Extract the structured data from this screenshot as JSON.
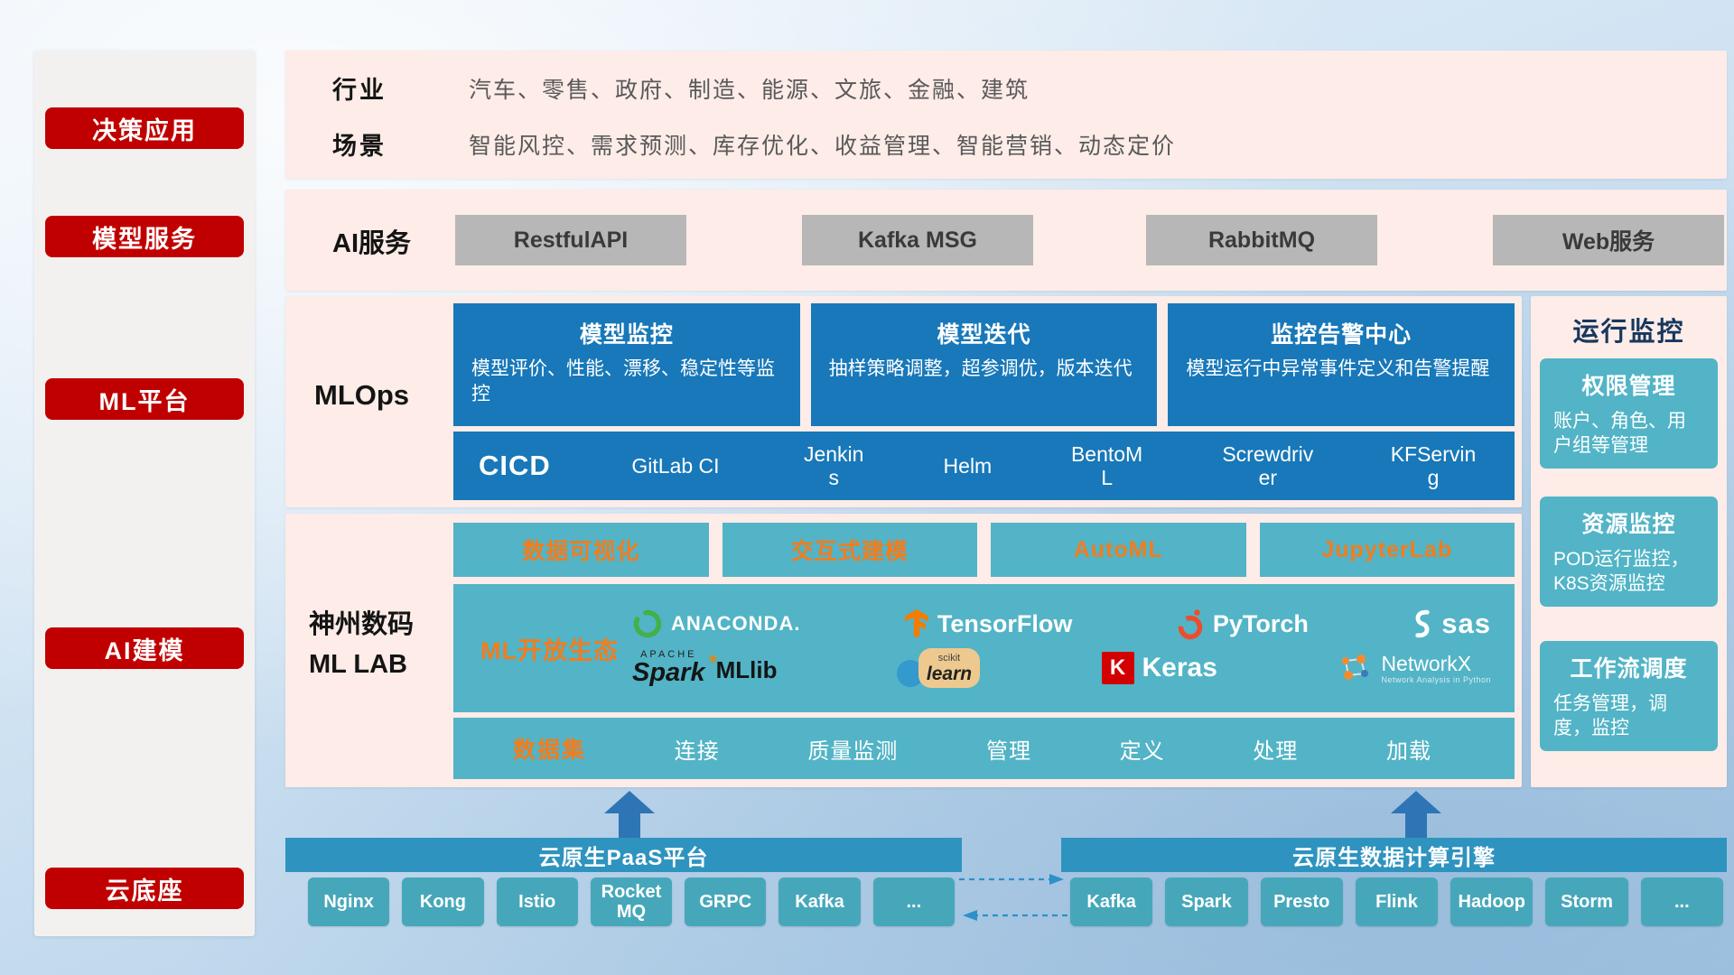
{
  "sidebar": {
    "items": [
      "决策应用",
      "模型服务",
      "ML平台",
      "AI建模",
      "云底座"
    ]
  },
  "decision_panel": {
    "industry_label": "行业",
    "industry_value": "汽车、零售、政府、制造、能源、文旅、金融、建筑",
    "scene_label": "场景",
    "scene_value": "智能风控、需求预测、库存优化、收益管理、智能营销、动态定价"
  },
  "ai_service_panel": {
    "label": "AI服务",
    "services": [
      "RestfulAPI",
      "Kafka MSG",
      "RabbitMQ",
      "Web服务"
    ]
  },
  "mlops_panel": {
    "label": "MLOps",
    "cards": [
      {
        "title": "模型监控",
        "desc": "模型评价、性能、漂移、稳定性等监控"
      },
      {
        "title": "模型迭代",
        "desc": "抽样策略调整，超参调优，版本迭代"
      },
      {
        "title": "监控告警中心",
        "desc": "模型运行中异常事件定义和告警提醒"
      }
    ],
    "cicd_label": "CICD",
    "cicd_items": [
      "GitLab CI",
      "Jenkins",
      "Helm",
      "BentoML",
      "Screwdriver",
      "KFServing"
    ]
  },
  "monitor_panel": {
    "title": "运行监控",
    "cards": [
      {
        "title": "权限管理",
        "desc": "账户、角色、用户组等管理"
      },
      {
        "title": "资源监控",
        "desc": "POD运行监控，K8S资源监控"
      },
      {
        "title": "工作流调度",
        "desc": "任务管理，调度，监控"
      }
    ]
  },
  "mllab_panel": {
    "label_line1": "神州数码",
    "label_line2": "ML LAB",
    "tools": [
      "数据可视化",
      "交互式建模",
      "AutoML",
      "JupyterLab"
    ],
    "eco_label": "ML开放生态",
    "logos": {
      "anaconda": "ANACONDA.",
      "tensorflow": "TensorFlow",
      "pytorch": "PyTorch",
      "sas": "sas",
      "spark_apache": "APACHE",
      "spark": "Spark",
      "spark_star": "✶",
      "mllib": "MLlib",
      "sklearn_top": "scikit",
      "sklearn_script": "learn",
      "keras_k": "K",
      "keras": "Keras",
      "networkx": "NetworkX",
      "networkx_sub": "Network Analysis in Python"
    },
    "dataset_label": "数据集",
    "dataset_items": [
      "连接",
      "质量监测",
      "管理",
      "定义",
      "处理",
      "加载"
    ]
  },
  "cloud_base": {
    "paas_title": "云原生PaaS平台",
    "paas_items": [
      "Nginx",
      "Kong",
      "Istio",
      "RocketMQ",
      "GRPC",
      "Kafka",
      "..."
    ],
    "engine_title": "云原生数据计算引擎",
    "engine_items": [
      "Kafka",
      "Spark",
      "Presto",
      "Flink",
      "Hadoop",
      "Storm",
      "..."
    ]
  },
  "colors": {
    "rail_red": "#c00000",
    "panel_pink": "#fdece7",
    "box_blue": "#1878b9",
    "teal": "#52b4c6",
    "accent_orange": "#f07d1f",
    "bar_blue": "#2e93bf",
    "chip_teal": "#47a7ba",
    "title_navy": "#17375e",
    "arrow_blue": "#2e75b6"
  }
}
